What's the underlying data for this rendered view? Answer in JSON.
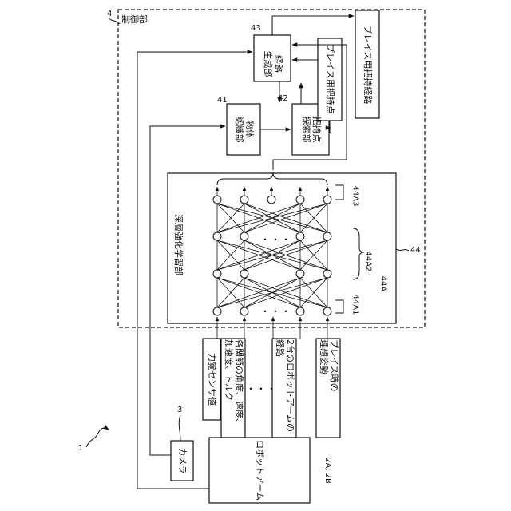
{
  "figure_number": "1",
  "controller": {
    "ref": "4",
    "title": "制御部"
  },
  "path_generator": {
    "ref": "43",
    "line1": "経路",
    "line2": "生成部"
  },
  "object_recognizer": {
    "ref": "41",
    "line1": "物体",
    "line2": "認識部"
  },
  "grip_point_searcher": {
    "ref": "42",
    "line1": "把持点",
    "line2": "探索部"
  },
  "place_grip_point_label": "プレイス用把持点",
  "place_grip_path_label": "プレイス用把持経路",
  "drl": {
    "ref": "44",
    "title": "深層強化学習部",
    "network_ref": "44A",
    "input_layer_ref": "44A1",
    "hidden_layer_ref": "44A2",
    "output_layer_ref": "44A3",
    "ellipsis": "・・・"
  },
  "inputs": [
    {
      "id": "force",
      "line1": "力覚センサ値",
      "line2": ""
    },
    {
      "id": "joints",
      "line1": "各関節の角度、速度、",
      "line2": "加速度、トルク"
    },
    {
      "id": "paths",
      "line1": "2台のロボットアームの",
      "line2": "経路"
    },
    {
      "id": "posture",
      "line1": "プレイス時の",
      "line2": "理想姿勢"
    }
  ],
  "inputs_ellipsis": "・・・",
  "camera": {
    "ref": "3",
    "label": "カメラ"
  },
  "robot_arm": {
    "ref": "2A, 2B",
    "label": "ロボットアーム"
  }
}
